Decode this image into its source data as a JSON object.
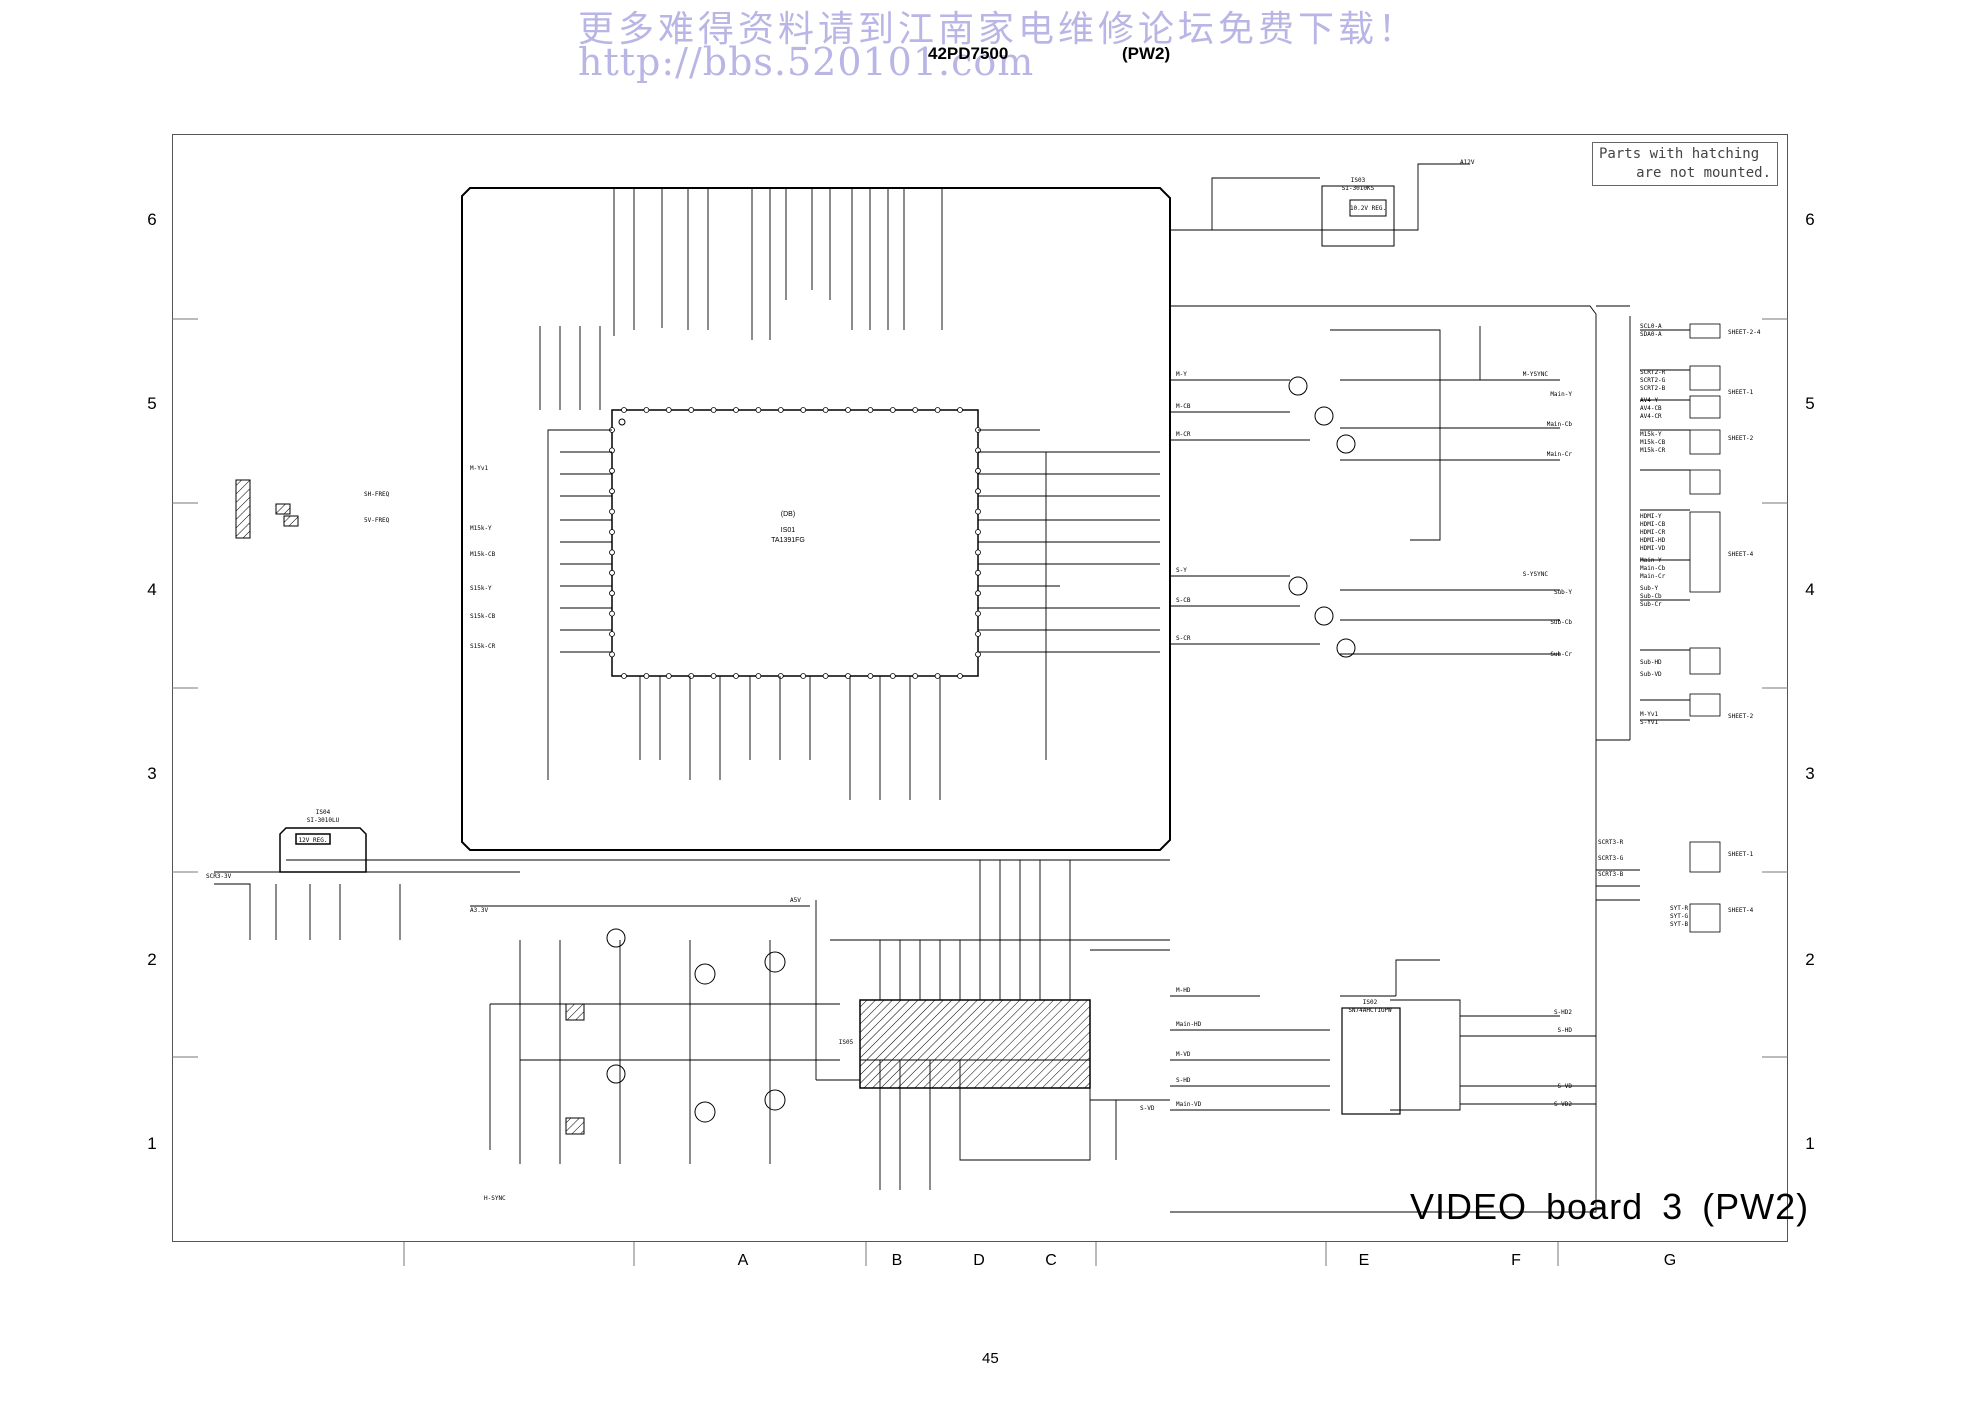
{
  "watermark": {
    "line1": "更多难得资料请到江南家电维修论坛免费下载！",
    "line2": "http://bbs.520101.com"
  },
  "header": {
    "model": "42PD7500",
    "variant": "(PW2)"
  },
  "notice": {
    "line1": "Parts with hatching",
    "line2": "are not mounted."
  },
  "board_title": "VIDEO board 3 (PW2)",
  "page_number": "45",
  "grid": {
    "rows_left": [
      "6",
      "5",
      "4",
      "3",
      "2",
      "1"
    ],
    "rows_right": [
      "6",
      "5",
      "4",
      "3",
      "2",
      "1"
    ],
    "columns": [
      "A",
      "B",
      "D",
      "C",
      "E",
      "F",
      "G"
    ]
  },
  "components": {
    "main_ic": {
      "ref": "IS01",
      "part": "TA1391FG",
      "marker": "(DB)"
    },
    "regulator_top": {
      "ref": "IS03",
      "part": "SI-3010KS",
      "label": "10.2V REG."
    },
    "regulator_left": {
      "ref": "IS04",
      "part": "SI-3010LU",
      "label": "12V REG."
    },
    "ic_bottom": {
      "ref": "IS05"
    },
    "ic_right": {
      "ref": "IS02",
      "part": "SN74AHCT1GPW"
    }
  },
  "nets_left": [
    "M-Yv1",
    "M15k-Y",
    "M15k-CB",
    "S15k-Y",
    "S15k-CB",
    "S15k-CR",
    "SH-FREQ",
    "5V-FREQ",
    "SCR3-3V",
    "H-SYNC"
  ],
  "nets_right_in": [
    "M-Y",
    "M-CB",
    "M-CR",
    "S-Y",
    "S-CB",
    "S-CR",
    "M-HD",
    "M-VD",
    "Main-HD",
    "Main-VD",
    "S-HD",
    "S-VD"
  ],
  "nets_right_out": [
    "M-YSYNC",
    "Main-Y",
    "Main-Cb",
    "Main-Cr",
    "S-YSYNC",
    "Sub-Y",
    "Sub-Cb",
    "Sub-Cr",
    "S-HD2",
    "S-HD",
    "S-VD",
    "S-VD2",
    "Sub-HD",
    "Sub-VD"
  ],
  "connector_groups": [
    {
      "label": "SHEET-2-4",
      "nets": [
        "SCL0-A",
        "SDA0-A"
      ]
    },
    {
      "label": "SHEET-1",
      "nets": [
        "SCRT2-R",
        "SCRT2-G",
        "SCRT2-B",
        "AV4-Y",
        "AV4-CB",
        "AV4-CR"
      ]
    },
    {
      "label": "SHEET-2",
      "nets": [
        "M15k-Y",
        "M15k-CB",
        "M15k-CR"
      ]
    },
    {
      "label": "SHEET-4",
      "nets": [
        "HDMI-Y",
        "HDMI-CB",
        "HDMI-CR",
        "HDMI-HD",
        "HDMI-VD",
        "Main-Y",
        "Main-Cb",
        "Main-Cr",
        "Sub-Y",
        "Sub-Cb",
        "Sub-Cr"
      ]
    },
    {
      "label": "SHEET-2",
      "nets": [
        "M-Yv1",
        "S-Yv1"
      ]
    },
    {
      "label": "SHEET-1",
      "nets": [
        "SCRT3-R",
        "SCRT3-G",
        "SCRT3-B"
      ]
    },
    {
      "label": "SHEET-4",
      "nets": [
        "SYT-R",
        "SYT-G",
        "SYT-B"
      ]
    }
  ],
  "supply": [
    "A12V",
    "A5V",
    "A3.3V"
  ]
}
